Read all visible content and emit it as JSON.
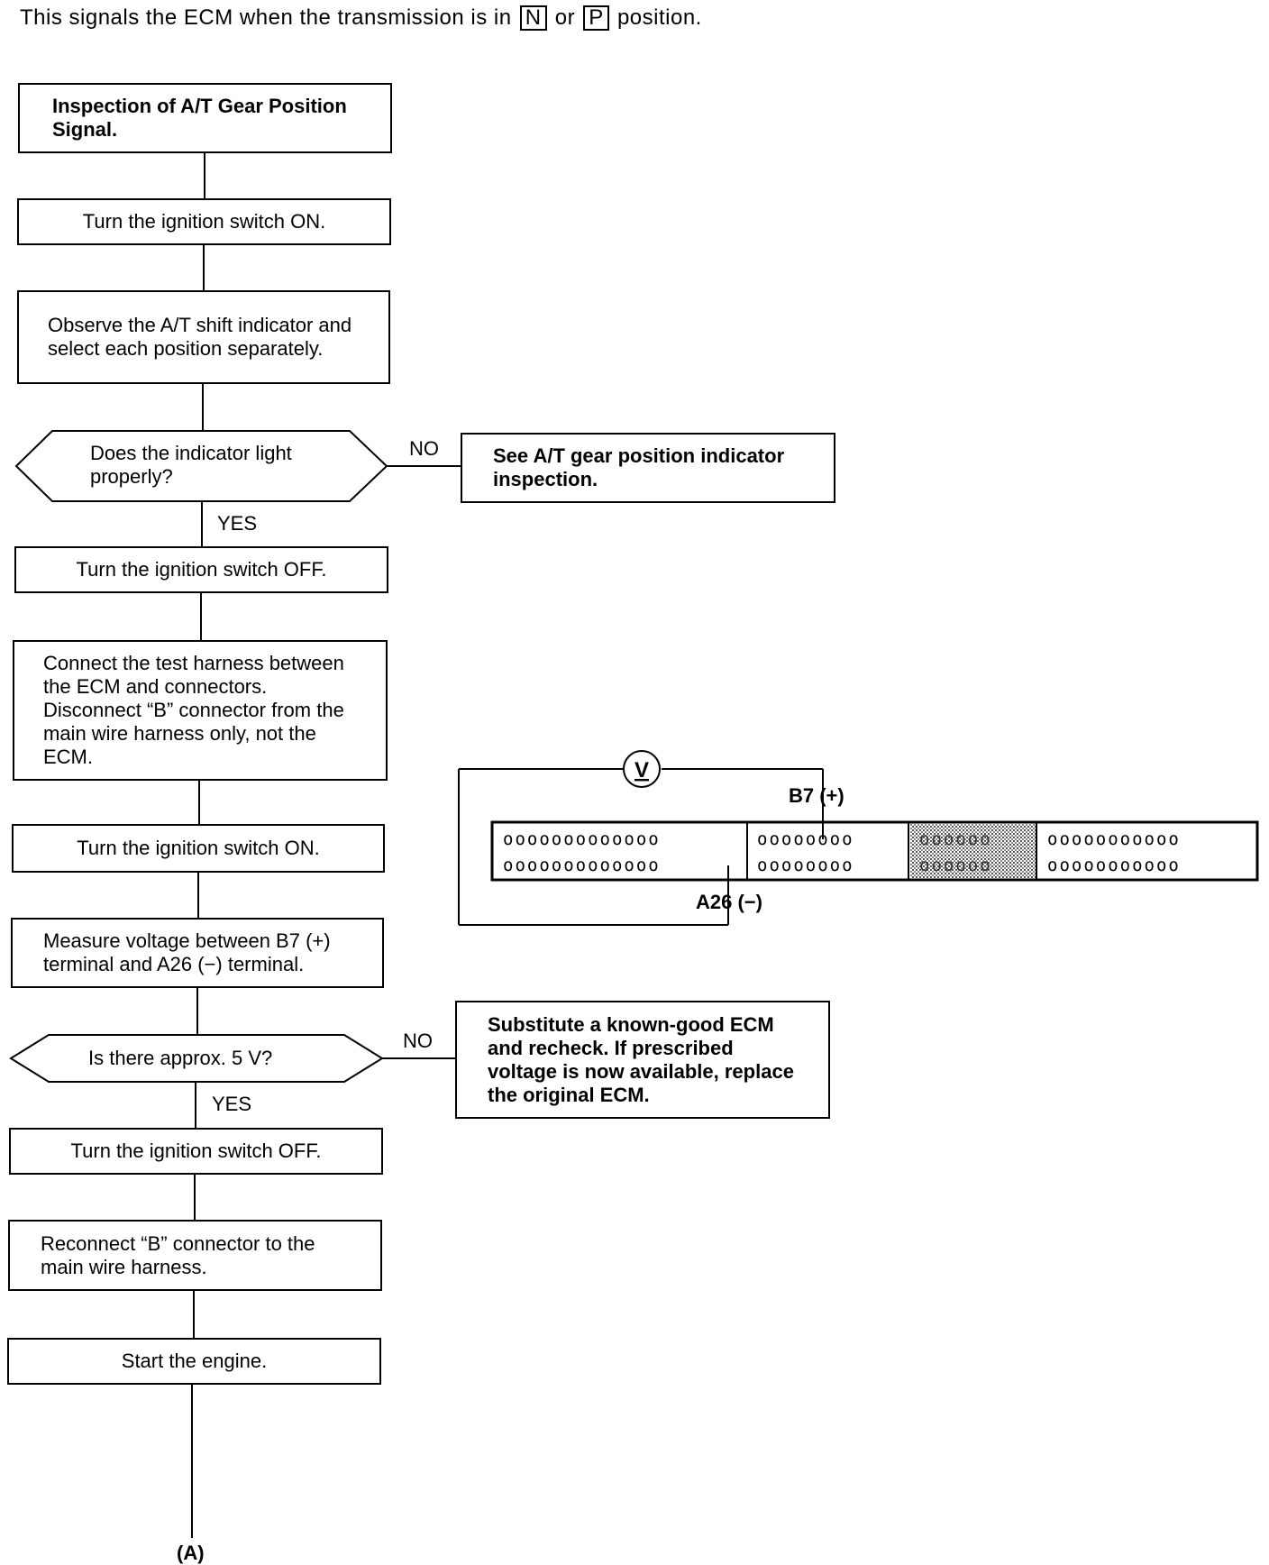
{
  "intro": {
    "before": "This signals the ECM when the transmission is in",
    "key_n": "N",
    "middle": "or",
    "key_p": "P",
    "after": "position."
  },
  "steps": {
    "s1": "Inspection of A/T Gear Position Signal.",
    "s2": "Turn the ignition switch ON.",
    "s3": "Observe the A/T shift indicator and select each position separately.",
    "d1": "Does the indicator light properly?",
    "d1_no_action": "See A/T gear position indicator inspection.",
    "s4": "Turn the ignition switch OFF.",
    "s5": "Connect the test harness between the ECM and connectors. Disconnect “B” connector from the main wire harness only, not the ECM.",
    "s6": "Turn the ignition switch ON.",
    "s7": "Measure voltage between B7 (+) terminal and A26 (−) terminal.",
    "d2": "Is there approx. 5 V?",
    "d2_no_action": "Substitute a known-good ECM and recheck. If prescribed voltage is now available, replace the original ECM.",
    "s8": "Turn the ignition switch OFF.",
    "s9": "Reconnect “B” connector to the main wire harness.",
    "s10": "Start the engine.",
    "continue": "(A)"
  },
  "labels": {
    "no": "NO",
    "yes": "YES"
  },
  "connector": {
    "meter": "V",
    "positive_terminal": "B7 (+)",
    "negative_terminal": "A26 (−)",
    "pins_a": "ooooooooooooo",
    "pins_b": "oooooooo",
    "pins_c": "oooooo",
    "pins_d": "ooooooooooo"
  }
}
